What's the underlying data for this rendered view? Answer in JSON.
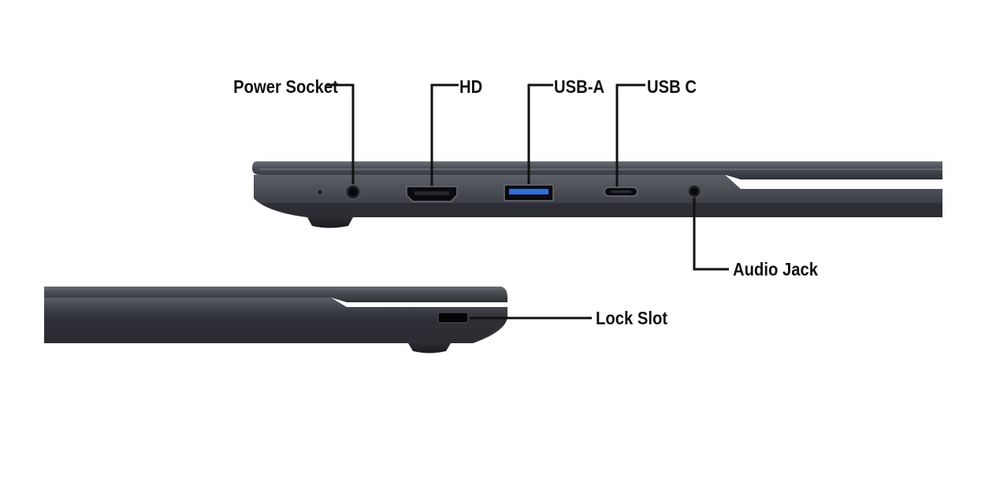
{
  "labels": {
    "power_socket": "Power Socket",
    "hd": "HD",
    "usb_a": "USB-A",
    "usb_c": "USB C",
    "audio_jack": "Audio Jack",
    "lock_slot": "Lock Slot"
  },
  "colors": {
    "chassis_dark": "#2a2c33",
    "chassis_mid": "#3d3f47",
    "chassis_light": "#575a62",
    "port_black": "#0c0c0e",
    "usb_blue": "#2f6fe0",
    "leader_line": "#111111"
  }
}
